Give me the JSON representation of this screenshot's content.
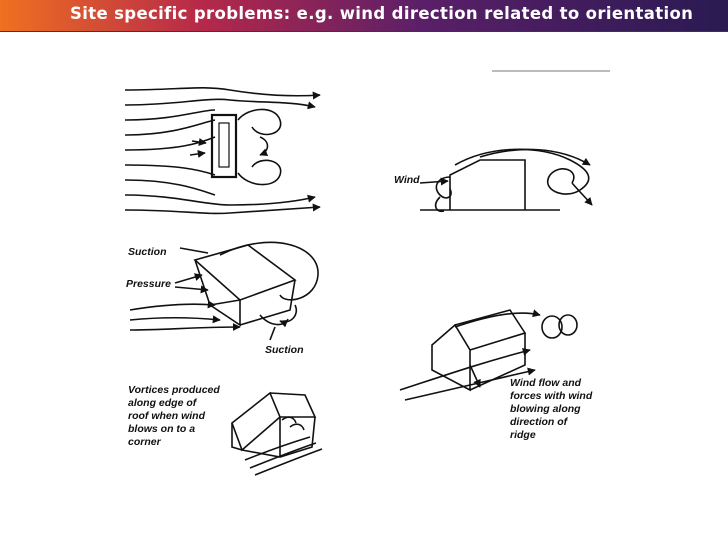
{
  "header": {
    "title": "Site specific problems: e.g. wind direction related to orientation",
    "gradient_start": "#f07020",
    "gradient_end": "#2a1a52"
  },
  "figure": {
    "labels": {
      "wind": "Wind",
      "suction_top": "Suction",
      "pressure": "Pressure",
      "suction_bottom": "Suction",
      "vortices_lines": [
        "Vortices produced",
        "along edge of",
        "roof when wind",
        "blows on to a",
        "corner"
      ],
      "ridge_lines": [
        "Wind flow and",
        "forces with wind",
        "blowing along",
        "direction of",
        "ridge"
      ]
    }
  }
}
